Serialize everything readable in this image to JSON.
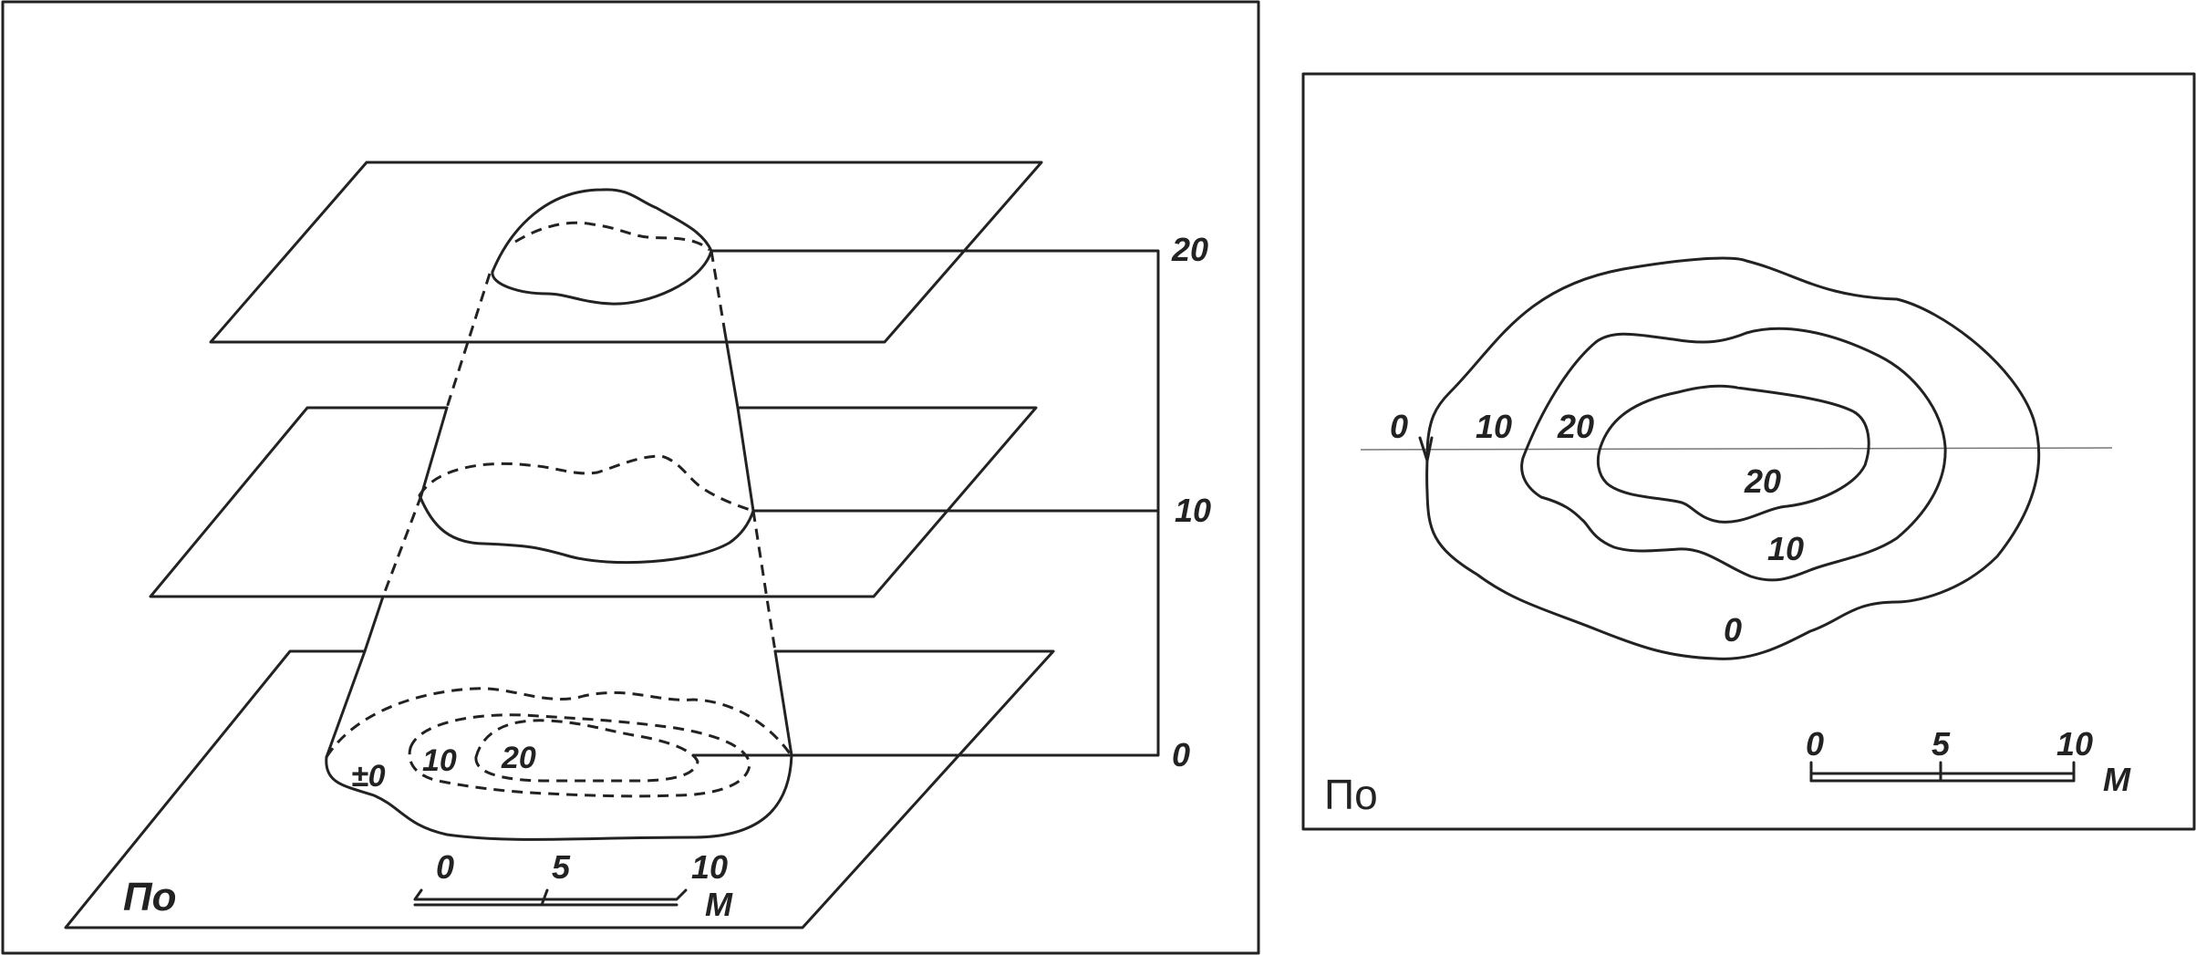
{
  "left_panel": {
    "levels": {
      "top": "20",
      "middle": "10",
      "bottom": "0"
    },
    "contours": {
      "base": "±0",
      "c10": "10",
      "c20": "20"
    },
    "scale": {
      "t0": "0",
      "t5": "5",
      "t10": "10",
      "unit": "M"
    },
    "plane_label": "По"
  },
  "right_panel": {
    "contours": {
      "left0": "0",
      "left10": "10",
      "left20": "20",
      "inner20": "20",
      "inner10": "10",
      "inner0": "0"
    },
    "scale": {
      "t0": "0",
      "t5": "5",
      "t10": "10",
      "unit": "M"
    },
    "plane_label": "По"
  }
}
